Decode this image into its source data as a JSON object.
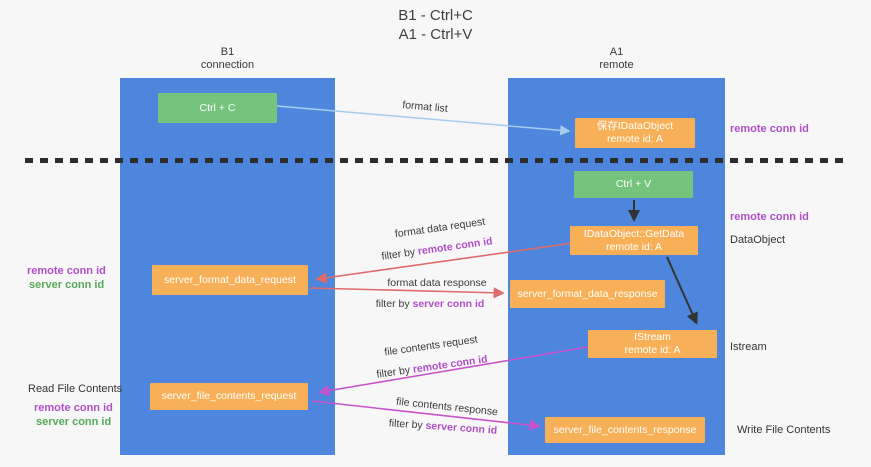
{
  "title": {
    "line1": "B1 - Ctrl+C",
    "line2": "A1 - Ctrl+V"
  },
  "lanes": {
    "left": {
      "name": "B1",
      "subtitle": "connection"
    },
    "right": {
      "name": "A1",
      "subtitle": "remote"
    }
  },
  "nodes": {
    "ctrl_c": {
      "label": "Ctrl + C"
    },
    "ctrl_v": {
      "label": "Ctrl + V"
    },
    "save_idataobject": {
      "line1": "保存IDataObject",
      "line2": "remote id: A"
    },
    "getdata": {
      "line1": "IDataObject::GetData",
      "line2": "remote id: A"
    },
    "istream": {
      "line1": "IStream",
      "line2": "remote id: A"
    },
    "server_format_data_request": {
      "label": "server_format_data_request"
    },
    "server_format_data_response": {
      "label": "server_format_data_response"
    },
    "server_file_contents_request": {
      "label": "server_file_contents_request"
    },
    "server_file_contents_response": {
      "label": "server_file_contents_response"
    }
  },
  "edge_labels": {
    "format_list": "format list",
    "format_data_request": "format data request",
    "format_data_response": "format data response",
    "file_contents_request": "file contents request",
    "file_contents_response": "file contents response",
    "filter_by": "filter by",
    "remote_conn_id": "remote conn id",
    "server_conn_id": "server conn id"
  },
  "side_labels": {
    "remote_conn_id": "remote conn id",
    "server_conn_id": "server conn id",
    "dataobject": "DataObject",
    "istream": "Istream",
    "read_file_contents": "Read File Contents",
    "write_file_contents": "Write File Contents"
  },
  "colors": {
    "lane_blue": "#4e86dd",
    "node_orange": "#f7b057",
    "node_green": "#76c37e",
    "arrow_red": "#e06b6b",
    "arrow_magenta": "#c653cb",
    "arrow_light_blue": "#a6cdef",
    "arrow_black": "#333333",
    "text_magenta": "#b14fc6",
    "text_green": "#55a957"
  }
}
